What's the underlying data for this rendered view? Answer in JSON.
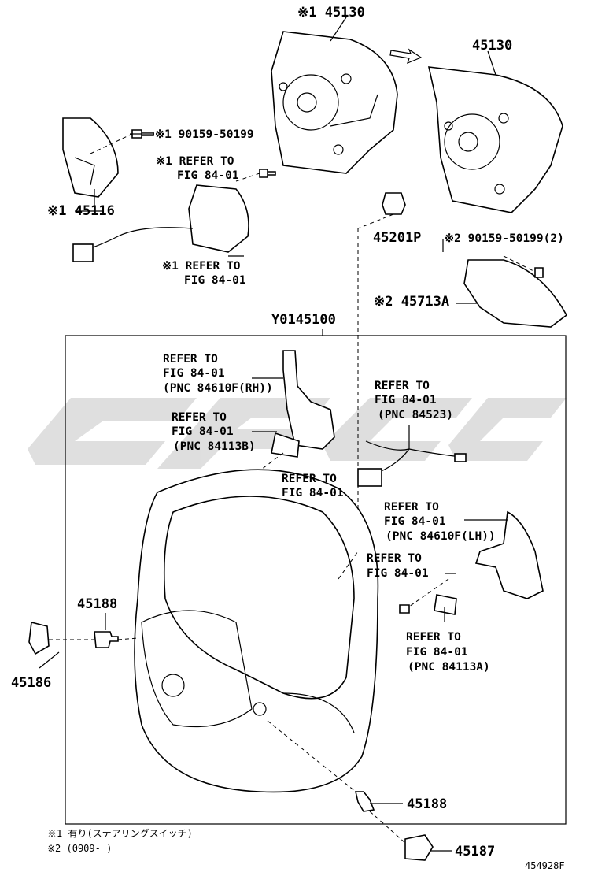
{
  "watermark": "cfc",
  "labels": {
    "hub_45130_a": "※1 45130",
    "hub_45130_b": "45130",
    "bolt_top": "※1 90159-50199",
    "refer1a": "※1 REFER TO",
    "refer1b": "FIG 84-01",
    "cover_45116": "※1 45116",
    "refer2a": "※1 REFER TO",
    "refer2b": "FIG 84-01",
    "nut_45201p": "45201P",
    "bolt_right": "※2 90159-50199(2)",
    "cover_45713a": "※2 45713A",
    "assy": "Y0145100",
    "r3a": "REFER TO",
    "r3b": "FIG 84-01",
    "r3c": "(PNC 84610F(RH))",
    "r4a": "REFER TO",
    "r4b": "FIG 84-01",
    "r4c": "(PNC 84523)",
    "r5a": "REFER TO",
    "r5b": "FIG 84-01",
    "r5c": "(PNC 84113B)",
    "r6a": "REFER TO",
    "r6b": "FIG 84-01",
    "r7a": "REFER TO",
    "r7b": "FIG 84-01",
    "r7c": "(PNC 84610F(LH))",
    "r8a": "REFER TO",
    "r8b": "FIG 84-01",
    "r9a": "REFER TO",
    "r9b": "FIG 84-01",
    "r9c": "(PNC 84113A)",
    "p45188a": "45188",
    "p45186": "45186",
    "p45188b": "45188",
    "p45187": "45187",
    "note1": "※1 有り(ステアリングスイッチ)",
    "note2": "※2 (0909-        )",
    "figno": "454928F"
  }
}
